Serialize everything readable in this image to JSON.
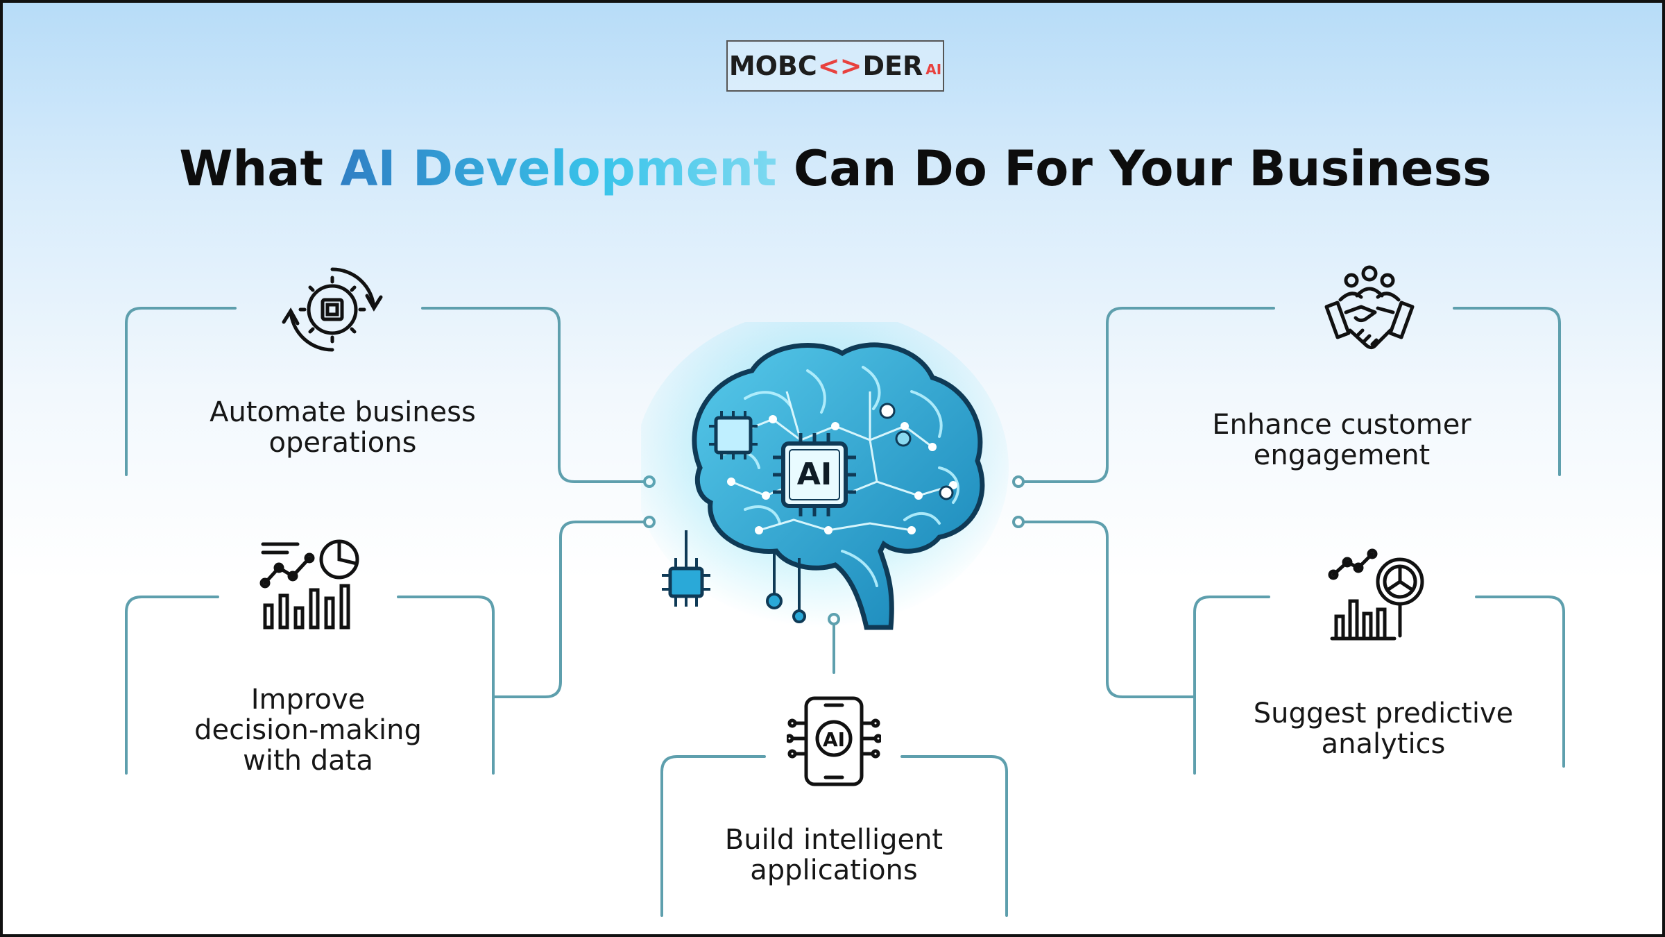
{
  "logo": {
    "part1": "MOBC",
    "code": "<>",
    "part2": "DER",
    "suffix": "AI"
  },
  "title": {
    "before": "What ",
    "highlight": "AI Development",
    "after": " Can Do For Your Business"
  },
  "brain": {
    "chip_label": "AI"
  },
  "features": [
    {
      "id": "automate",
      "line1": "Automate business",
      "line2": "operations",
      "icon": "gear-chip-icon"
    },
    {
      "id": "decision",
      "line1": "Improve",
      "line2": "decision-making",
      "line3": "with data",
      "icon": "analytics-chart-icon"
    },
    {
      "id": "build",
      "line1": "Build intelligent",
      "line2": "applications",
      "icon": "ai-mobile-icon",
      "icon_text": "AI"
    },
    {
      "id": "engage",
      "line1": "Enhance customer",
      "line2": "engagement",
      "icon": "handshake-group-icon"
    },
    {
      "id": "predict",
      "line1": "Suggest predictive",
      "line2": "analytics",
      "icon": "predictive-magnifier-icon"
    }
  ],
  "colors": {
    "connector": "#5e9fad",
    "accent": "#e8413e",
    "brain": "#1a9ec9",
    "glow": "#45d4f2"
  }
}
